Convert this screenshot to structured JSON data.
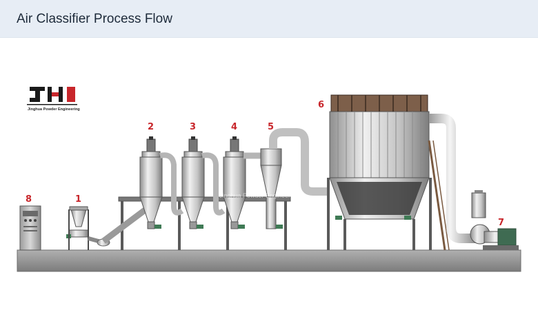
{
  "header": {
    "title": "Air Classifier Process Flow"
  },
  "logo": {
    "mark": "JHI",
    "subtitle": "Jinghua Powder Engineering"
  },
  "watermark": {
    "text": "Jinghua Powder Engineering"
  },
  "components": [
    {
      "number": "1"
    },
    {
      "number": "2"
    },
    {
      "number": "3"
    },
    {
      "number": "4"
    },
    {
      "number": "5"
    },
    {
      "number": "6"
    },
    {
      "number": "7"
    },
    {
      "number": "8"
    }
  ],
  "colors": {
    "accent_red": "#c8262b",
    "steel": "#c9c9c9",
    "frame": "#5a5a5a",
    "floor": "#8f8f8f"
  }
}
